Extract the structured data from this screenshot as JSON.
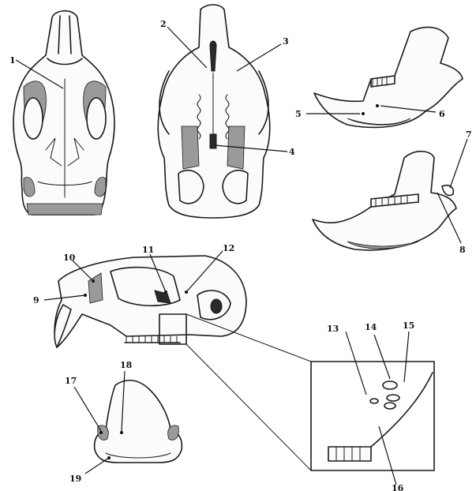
{
  "figure": {
    "labels": [
      {
        "id": "label-1",
        "text": "1"
      },
      {
        "id": "label-2",
        "text": "2"
      },
      {
        "id": "label-3",
        "text": "3"
      },
      {
        "id": "label-4",
        "text": "4"
      },
      {
        "id": "label-5",
        "text": "5"
      },
      {
        "id": "label-6",
        "text": "6"
      },
      {
        "id": "label-7",
        "text": "7"
      },
      {
        "id": "label-8",
        "text": "8"
      },
      {
        "id": "label-9",
        "text": "9"
      },
      {
        "id": "label-10",
        "text": "10"
      },
      {
        "id": "label-11",
        "text": "11"
      },
      {
        "id": "label-12",
        "text": "12"
      },
      {
        "id": "label-13",
        "text": "13"
      },
      {
        "id": "label-14",
        "text": "14"
      },
      {
        "id": "label-15",
        "text": "15"
      },
      {
        "id": "label-16",
        "text": "16"
      },
      {
        "id": "label-17",
        "text": "17"
      },
      {
        "id": "label-18",
        "text": "18"
      },
      {
        "id": "label-19",
        "text": "19"
      }
    ]
  }
}
